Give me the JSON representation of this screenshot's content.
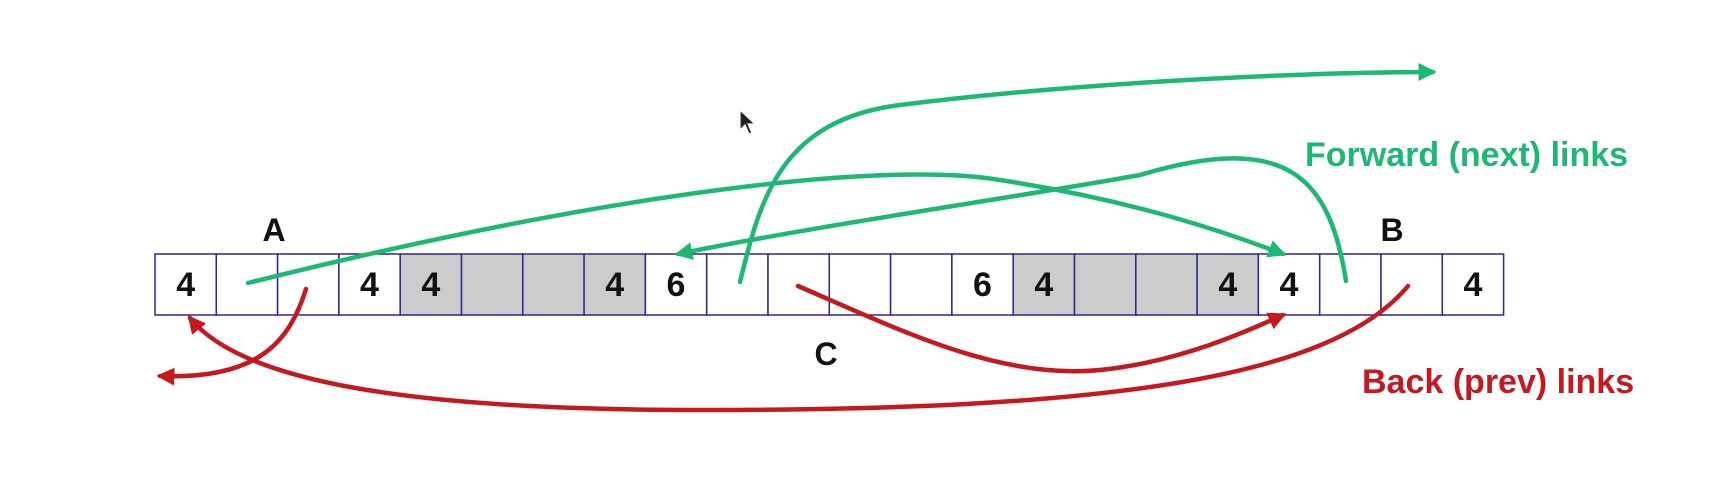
{
  "colors": {
    "forward": "#1db974",
    "back": "#c6191f",
    "cell_border": "#2a2a8a",
    "allocated_fill": "#cccccc",
    "free_fill": "#ffffff"
  },
  "heap": {
    "cells": [
      {
        "label": "4",
        "state": "free"
      },
      {
        "label": "",
        "state": "free"
      },
      {
        "label": "",
        "state": "free"
      },
      {
        "label": "4",
        "state": "free"
      },
      {
        "label": "4",
        "state": "allocated"
      },
      {
        "label": "",
        "state": "allocated"
      },
      {
        "label": "",
        "state": "allocated"
      },
      {
        "label": "4",
        "state": "allocated"
      },
      {
        "label": "6",
        "state": "free"
      },
      {
        "label": "",
        "state": "free"
      },
      {
        "label": "",
        "state": "free"
      },
      {
        "label": "",
        "state": "free"
      },
      {
        "label": "",
        "state": "free"
      },
      {
        "label": "6",
        "state": "free"
      },
      {
        "label": "4",
        "state": "allocated"
      },
      {
        "label": "",
        "state": "allocated"
      },
      {
        "label": "",
        "state": "allocated"
      },
      {
        "label": "4",
        "state": "allocated"
      },
      {
        "label": "4",
        "state": "free"
      },
      {
        "label": "",
        "state": "free"
      },
      {
        "label": "",
        "state": "free"
      },
      {
        "label": "4",
        "state": "free"
      }
    ]
  },
  "markers": {
    "a": "A",
    "b": "B",
    "c": "C"
  },
  "legend": {
    "forward": "Forward (next) links",
    "back": "Back (prev) links"
  },
  "links": {
    "forward": [
      {
        "from": "A",
        "to": "B"
      },
      {
        "from": "C",
        "to": "off-screen"
      },
      {
        "from": "B",
        "to": "C"
      }
    ],
    "back": [
      {
        "from": "A",
        "to": "off-screen"
      },
      {
        "from": "C",
        "to": "B"
      },
      {
        "from": "B",
        "to": "A"
      }
    ]
  },
  "cursor": "pointer-cursor-icon"
}
